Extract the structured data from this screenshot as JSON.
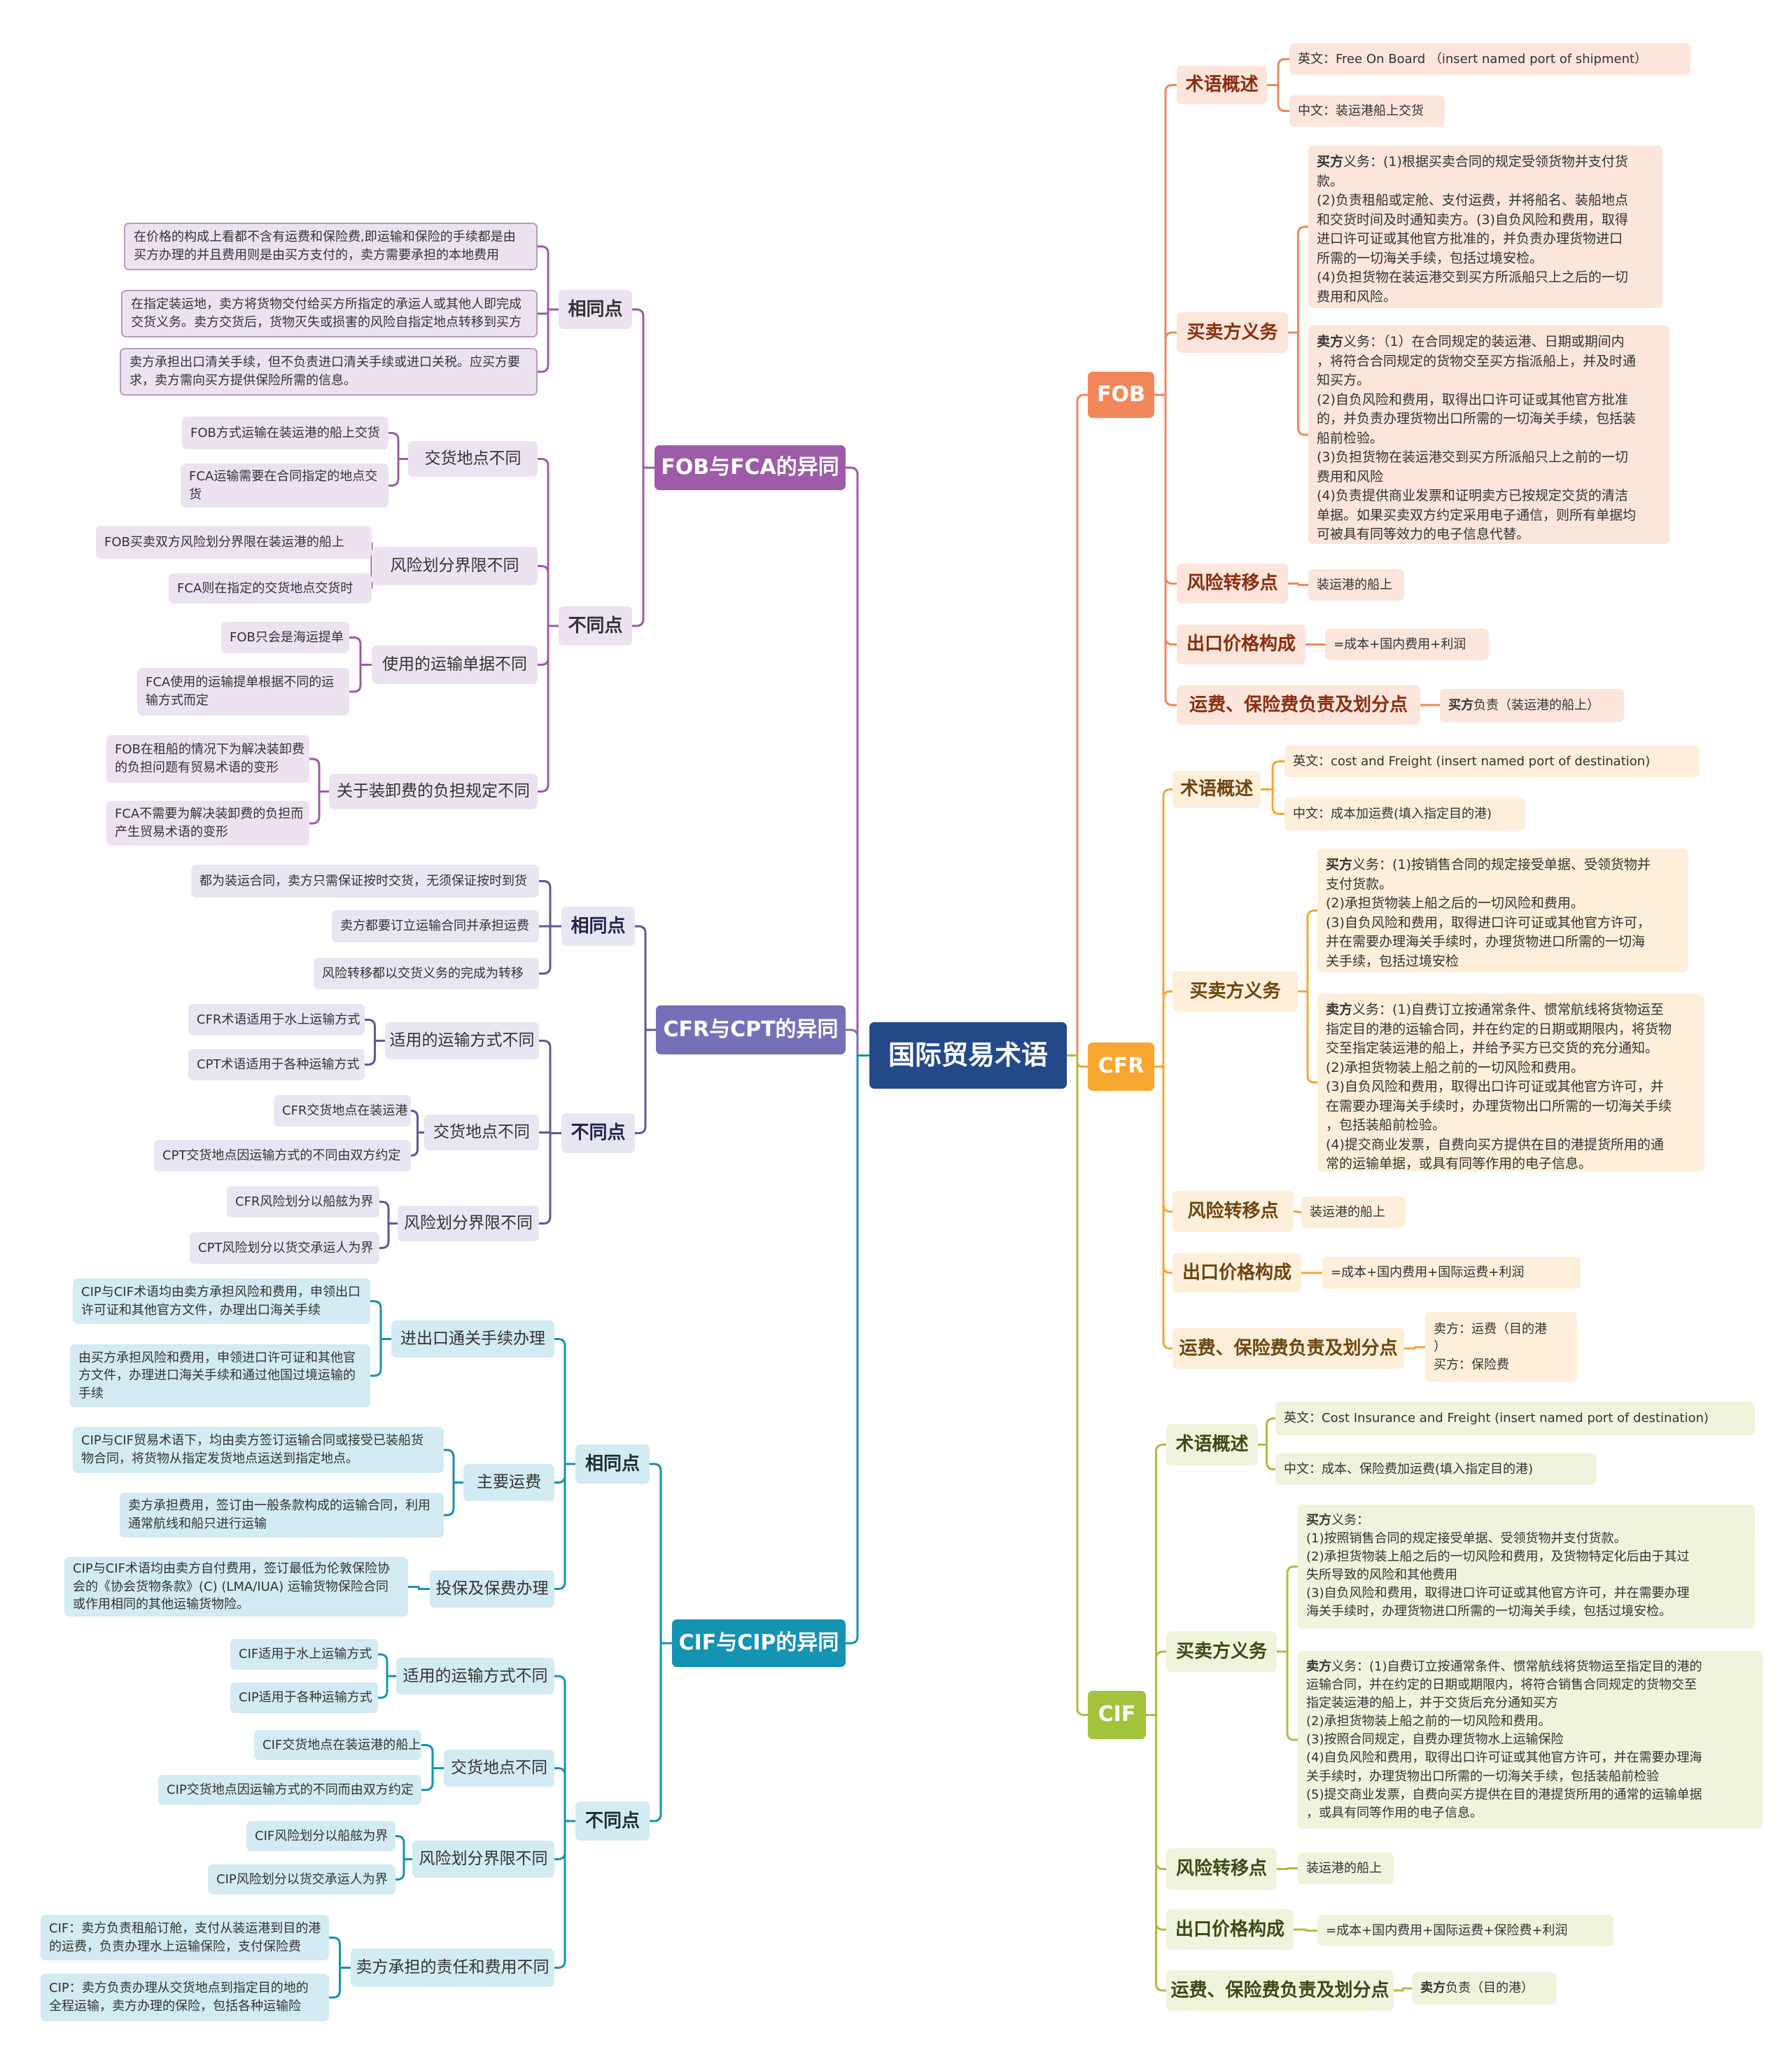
{
  "title": "国际贸易术语",
  "colors": {
    "root": "#23498a",
    "fob_fca": "#9d5ba8",
    "cfr_cpt": "#7372b9",
    "cif_cip": "#1593b3",
    "fob": "#f2875a",
    "cfr": "#f7a630",
    "cif": "#a4c33c"
  },
  "fob_fca": {
    "title": "FOB与FCA的异同",
    "same": {
      "label": "相同点",
      "items": [
        "在价格的构成上看都不含有运费和保险费,即运输和保险的手续都是由\n买方办理的并且费用则是由买方支付的，卖方需要承担的本地费用",
        "在指定装运地，卖方将货物交付给买方所指定的承运人或其他人即完成\n交货义务。卖方交货后，货物灭失或损害的风险自指定地点转移到买方",
        "卖方承担出口清关手续，但不负责进口清关手续或进口关税。应买方要\n求，卖方需向买方提供保险所需的信息。"
      ]
    },
    "diff": {
      "label": "不同点",
      "groups": [
        {
          "label": "交货地点不同",
          "items": [
            "FOB方式运输在装运港的船上交货",
            "FCA运输需要在合同指定的地点交\n货"
          ]
        },
        {
          "label": "风险划分界限不同",
          "items": [
            "FOB买卖双方风险划分界限在装运港的船上",
            "FCA则在指定的交货地点交货时"
          ]
        },
        {
          "label": "使用的运输单据不同",
          "items": [
            "FOB只会是海运提单",
            "FCA使用的运输提单根据不同的运\n输方式而定"
          ]
        },
        {
          "label": "关于装卸费的负担规定不同",
          "items": [
            "FOB在租船的情况下为解决装卸费\n的负担问题有贸易术语的变形",
            "FCA不需要为解决装卸费的负担而\n产生贸易术语的变形"
          ]
        }
      ]
    }
  },
  "cfr_cpt": {
    "title": "CFR与CPT的异同",
    "same": {
      "label": "相同点",
      "items": [
        "都为装运合同，卖方只需保证按时交货，无须保证按时到货",
        "卖方都要订立运输合同并承担运费",
        "风险转移都以交货义务的完成为转移"
      ]
    },
    "diff": {
      "label": "不同点",
      "groups": [
        {
          "label": "适用的运输方式不同",
          "items": [
            "CFR术语适用于水上运输方式",
            "CPT术语适用于各种运输方式"
          ]
        },
        {
          "label": "交货地点不同",
          "items": [
            "CFR交货地点在装运港",
            "CPT交货地点因运输方式的不同由双方约定"
          ]
        },
        {
          "label": "风险划分界限不同",
          "items": [
            "CFR风险划分以船舷为界",
            "CPT风险划分以货交承运人为界"
          ]
        }
      ]
    }
  },
  "cif_cip": {
    "title": "CIF与CIP的异同",
    "same": {
      "label": "相同点",
      "groups": [
        {
          "label": "进出口通关手续办理",
          "items": [
            "CIP与CIF术语均由卖方承担风险和费用，申领出口\n许可证和其他官方文件，办理出口海关手续",
            "由买方承担风险和费用，申领进口许可证和其他官\n方文件，办理进口海关手续和通过他国过境运输的\n手续"
          ]
        },
        {
          "label": "主要运费",
          "items": [
            "CIP与CIF贸易术语下，均由卖方签订运输合同或接受已装船货\n物合同，将货物从指定发货地点运送到指定地点。",
            "卖方承担费用，签订由一般条款构成的运输合同，利用\n通常航线和船只进行运输"
          ]
        },
        {
          "label": "投保及保费办理",
          "items": [
            "CIP与CIF术语均由卖方自付费用，签订最低为伦敦保险协\n会的《协会货物条款》(C) (LMA/IUA) 运输货物保险合同\n或作用相同的其他运输货物险。"
          ]
        }
      ]
    },
    "diff": {
      "label": "不同点",
      "groups": [
        {
          "label": "适用的运输方式不同",
          "items": [
            "CIF适用于水上运输方式",
            "CIP适用于各种运输方式"
          ]
        },
        {
          "label": "交货地点不同",
          "items": [
            "CIF交货地点在装运港的船上",
            "CIP交货地点因运输方式的不同而由双方约定"
          ]
        },
        {
          "label": "风险划分界限不同",
          "items": [
            "CIF风险划分以船舷为界",
            "CIP风险划分以货交承运人为界"
          ]
        },
        {
          "label": "卖方承担的责任和费用不同",
          "items": [
            "CIF：卖方负责租船订舱，支付从装运港到目的港\n的运费，负责办理水上运输保险，支付保险费",
            "CIP：卖方负责办理从交货地点到指定目的地的\n全程运输，卖方办理的保险，包括各种运输险"
          ]
        }
      ]
    }
  },
  "fob": {
    "title": "FOB",
    "overview": {
      "label": "术语概述",
      "en": "英文：Free On Board （insert named port of shipment）",
      "cn": "中文：装运港船上交货"
    },
    "duties": {
      "label": "买卖方义务",
      "buyer": {
        "bold": "买方",
        "text": "义务：(1)根据买卖合同的规定受领货物并支付货\n款。\n(2)负责租船或定舱、支付运费，并将船名、装船地点\n和交货时间及时通知卖方。(3)自负风险和费用，取得\n进口许可证或其他官方批准的，并负责办理货物进口\n所需的一切海关手续，包括过境安检。\n(4)负担货物在装运港交到买方所派船只上之后的一切\n费用和风险。"
      },
      "seller": {
        "bold": "卖方",
        "text": "义务：（1）在合同规定的装运港、日期或期间内\n，将符合合同规定的货物交至买方指派船上，并及时通\n知买方。\n(2)自负风险和费用，取得出口许可证或其他官方批准\n的，并负责办理货物出口所需的一切海关手续，包括装\n船前检验。\n(3)负担货物在装运港交到买方所派船只上之前的一切\n费用和风险\n(4)负责提供商业发票和证明卖方已按规定交货的清洁\n单据。如果买卖双方约定采用电子通信，则所有单据均\n可被具有同等效力的电子信息代替。"
      }
    },
    "risk": {
      "label": "风险转移点",
      "value": "装运港的船上"
    },
    "price": {
      "label": "出口价格构成",
      "value": "=成本+国内费用+利润"
    },
    "freight": {
      "label": "运费、保险费负责及划分点",
      "bold": "买方",
      "value": "负责（装运港的船上）"
    }
  },
  "cfr": {
    "title": "CFR",
    "overview": {
      "label": "术语概述",
      "en": "英文：cost and Freight (insert named port of destination)",
      "cn": "中文：成本加运费(填入指定目的港)"
    },
    "duties": {
      "label": "买卖方义务",
      "buyer": {
        "bold": "买方",
        "text": "义务：(1)按销售合同的规定接受单据、受领货物并\n支付货款。\n(2)承担货物装上船之后的一切风险和费用。\n(3)自负风险和费用，取得进口许可证或其他官方许可，\n并在需要办理海关手续时，办理货物进口所需的一切海\n关手续，包括过境安检"
      },
      "seller": {
        "bold": "卖方",
        "text": "义务：(1)自费订立按通常条件、惯常航线将货物运至\n指定目的港的运输合同，并在约定的日期或期限内，将货物\n交至指定装运港的船上，并给予买方已交货的充分通知。\n(2)承担货物装上船之前的一切风险和费用。\n(3)自负风险和费用，取得出口许可证或其他官方许可，并\n在需要办理海关手续时，办理货物出口所需的一切海关手续\n，包括装船前检验。\n(4)提交商业发票，自费向买方提供在目的港提货所用的通\n常的运输单据，或具有同等作用的电子信息。"
      }
    },
    "risk": {
      "label": "风险转移点",
      "value": "装运港的船上"
    },
    "price": {
      "label": "出口价格构成",
      "value": "=成本+国内费用+国际运费+利润"
    },
    "freight": {
      "label": "运费、保险费负责及划分点",
      "value": "卖方：运费（目的港\n）\n买方：保险费"
    }
  },
  "cif": {
    "title": "CIF",
    "overview": {
      "label": "术语概述",
      "en": "英文：Cost Insurance and Freight (insert named port of destination)",
      "cn": "中文：成本、保险费加运费(填入指定目的港)"
    },
    "duties": {
      "label": "买卖方义务",
      "buyer": {
        "bold": "买方",
        "text": "义务：\n(1)按照销售合同的规定接受单据、受领货物并支付货款。\n(2)承担货物装上船之后的一切风险和费用，及货物特定化后由于其过\n失所导致的风险和其他费用\n(3)自负风险和费用，取得进口许可证或其他官方许可，并在需要办理\n海关手续时，办理货物进口所需的一切海关手续，包括过境安检。"
      },
      "seller": {
        "bold": "卖方",
        "text": "义务：(1)自费订立按通常条件、惯常航线将货物运至指定目的港的\n运输合同，并在约定的日期或期限内，将符合销售合同规定的货物交至\n指定装运港的船上，并于交货后充分通知买方\n(2)承担货物装上船之前的一切风险和费用。\n(3)按照合同规定，自费办理货物水上运输保险\n(4)自负风险和费用，取得出口许可证或其他官方许可，并在需要办理海\n关手续时，办理货物出口所需的一切海关手续，包括装船前检验\n(5)提交商业发票，自费向买方提供在目的港提货所用的通常的运输单据\n，或具有同等作用的电子信息。"
      }
    },
    "risk": {
      "label": "风险转移点",
      "value": "装运港的船上"
    },
    "price": {
      "label": "出口价格构成",
      "value": "=成本+国内费用+国际运费+保险费+利润"
    },
    "freight": {
      "label": "运费、保险费负责及划分点",
      "bold": "卖方",
      "value": "负责（目的港）"
    }
  }
}
